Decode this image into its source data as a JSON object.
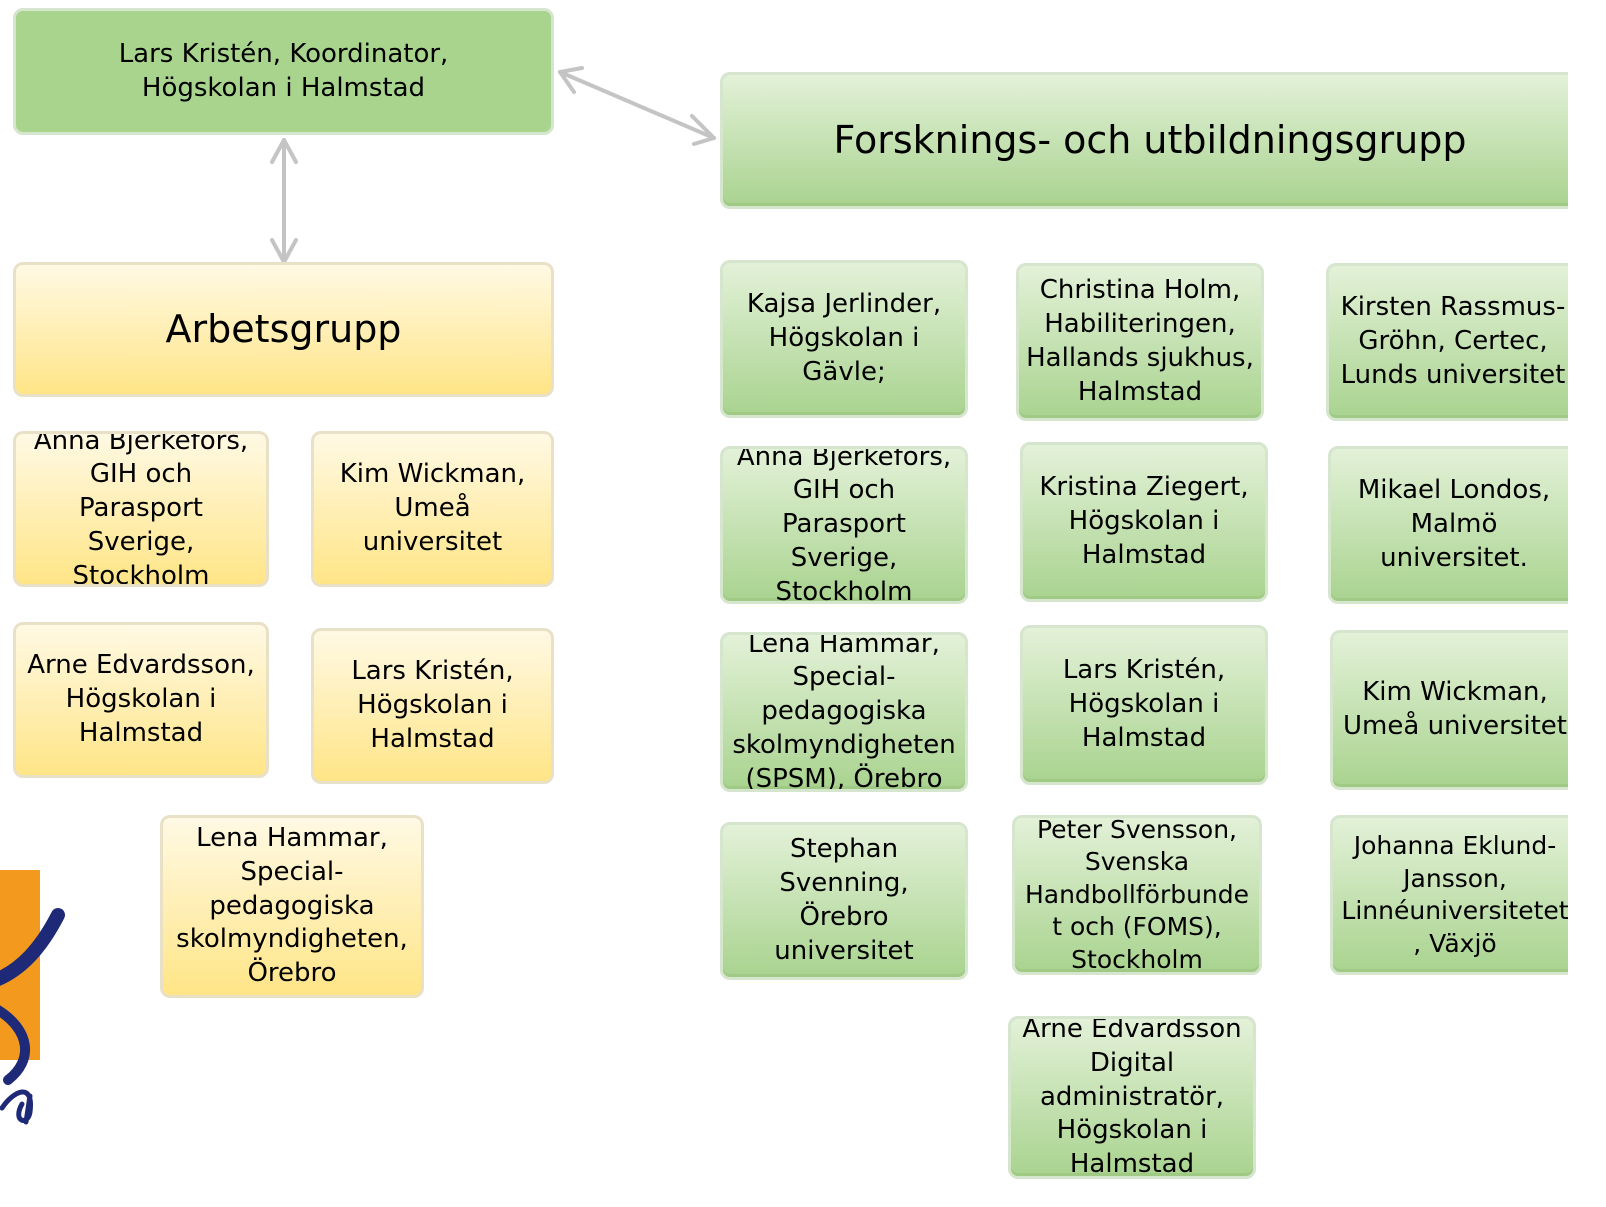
{
  "coordinator": "Lars Kristén, Koordinator,\nHögskolan i Halmstad",
  "research_group": {
    "title": "Forsknings- och utbildningsgrupp",
    "members": [
      "Kajsa Jerlinder,\nHögskolan i Gävle;",
      "Christina Holm,\nHabiliteringen,\nHallands sjukhus,\nHalmstad",
      "Kirsten Rassmus-\nGröhn, Certec,\nLunds universitet",
      "Anna Bjerkefors,\nGIH och Parasport\nSverige,\nStockholm",
      "Kristina Ziegert,\nHögskolan i\nHalmstad",
      "Mikael Londos,\nMalmö\nuniversitet.",
      "Lena Hammar,\nSpecial-\npedagogiska\nskolmyndigheten\n(SPSM), Örebro",
      "Lars Kristén,\nHögskolan i\nHalmstad",
      "Kim Wickman,\nUmeå universitet",
      "Stephan Svenning,\nÖrebro universitet",
      "Peter Svensson,\nSvenska\nHandbollförbunde\nt och (FOMS),\nStockholm",
      "Johanna Eklund-\nJansson,\nLinnéuniversitetet\n, Växjö",
      "Arne Edvardsson\nDigital\nadministratör,\nHögskolan i\nHalmstad"
    ]
  },
  "work_group": {
    "title": "Arbetsgrupp",
    "members": [
      "Anna Bjerkefors,\nGIH och\nParasport Sverige,\nStockholm",
      "Kim Wickman,\nUmeå\nuniversitet",
      "Arne Edvardsson,\nHögskolan i\nHalmstad",
      "Lars Kristén,\nHögskolan i\nHalmstad",
      "Lena Hammar,\nSpecial-\npedagogiska\nskolmyndigheten,\nÖrebro"
    ]
  },
  "colors": {
    "green": "#a8d48d",
    "yellow": "#ffe587",
    "arrow": "#c4c4c4",
    "logo_orange": "#f39a1e",
    "logo_blue": "#1e2a78"
  }
}
